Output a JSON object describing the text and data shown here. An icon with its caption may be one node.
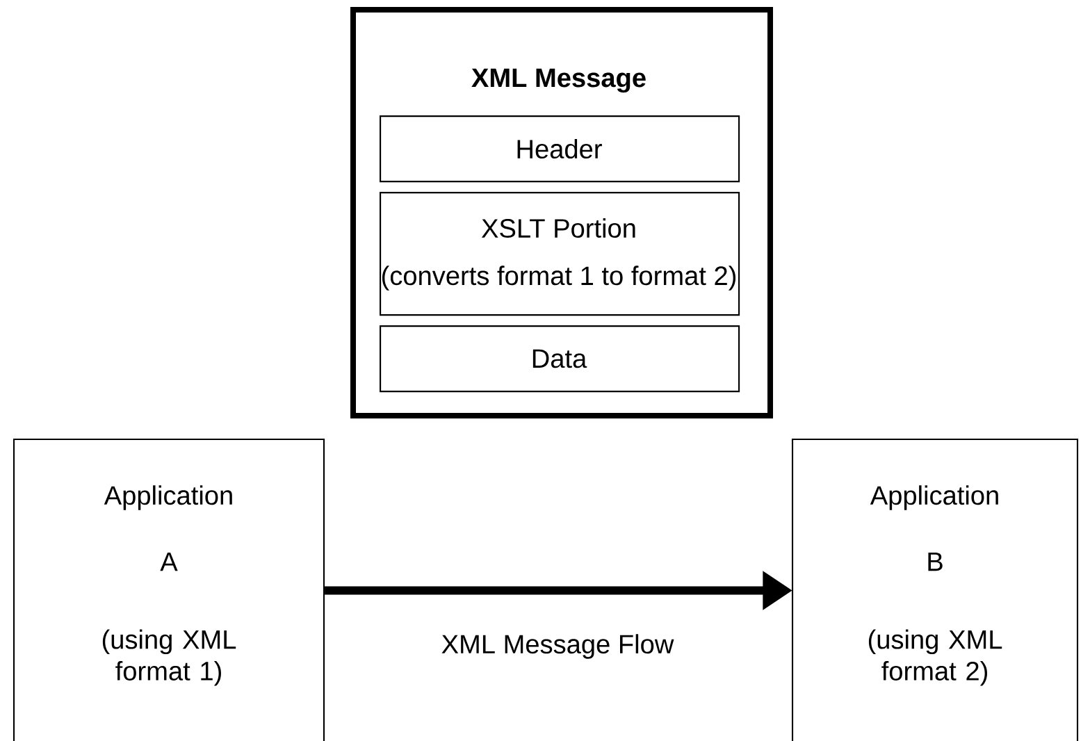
{
  "diagram": {
    "nodes": [
      {
        "text": [
          "XML Message"
        ]
      },
      {
        "text": [
          "Header"
        ],
        "in": 0
      },
      {
        "text": [
          "XSLT Portion",
          "(converts format 1 to format 2)"
        ],
        "in": 0
      },
      {
        "text": [
          "Data"
        ],
        "in": 0
      },
      {
        "text": [
          "Application",
          "A",
          "(using XML format 1)"
        ]
      },
      {
        "text": [
          "Application",
          "B",
          "(using XML format 2)"
        ]
      }
    ],
    "edges": [
      {
        "from": 4,
        "to": 5,
        "arrow": "to",
        "label": "XML Message Flow"
      }
    ]
  }
}
